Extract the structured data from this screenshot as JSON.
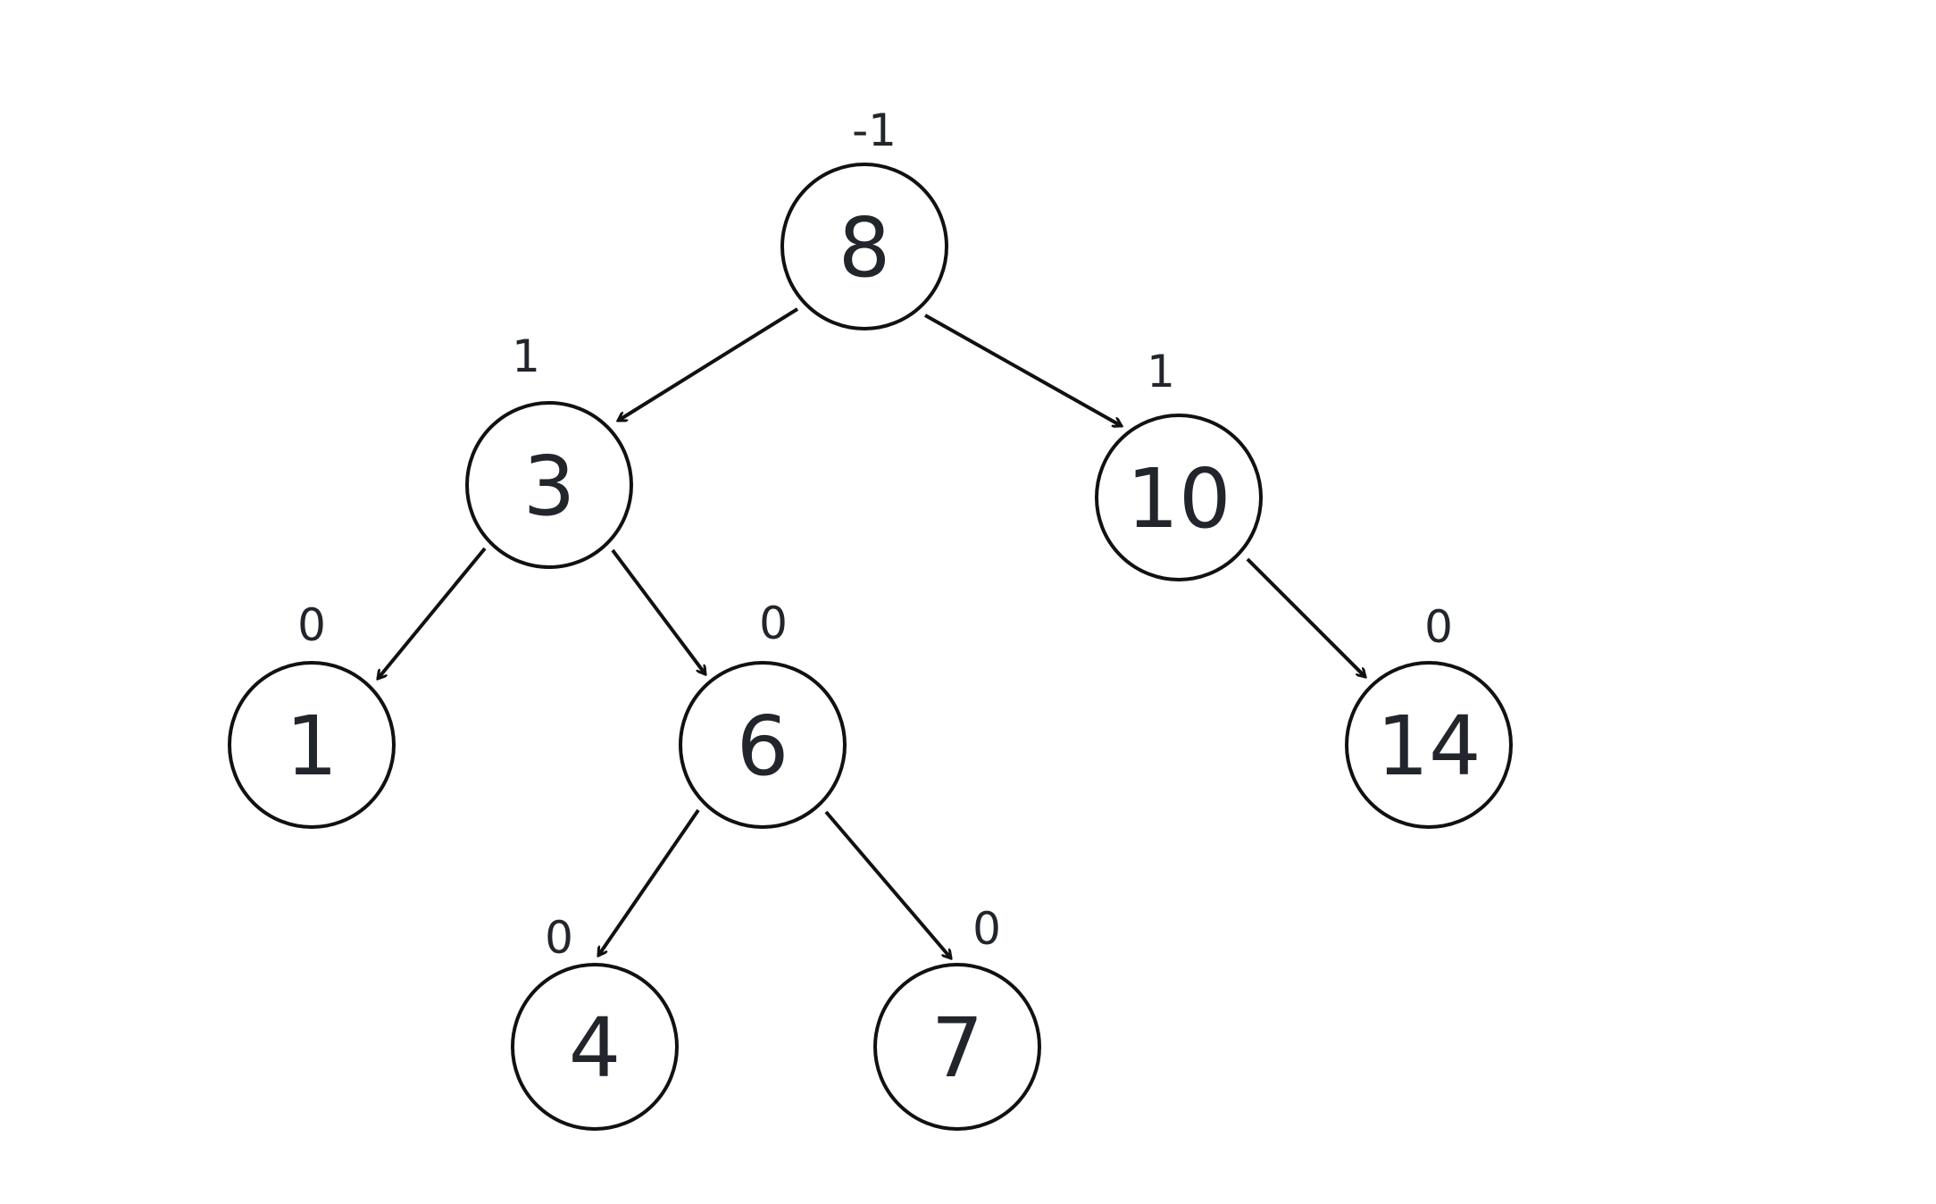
{
  "tree": {
    "nodes": [
      {
        "id": "n8",
        "value": "8",
        "balance": "-1"
      },
      {
        "id": "n3",
        "value": "3",
        "balance": "1"
      },
      {
        "id": "n10",
        "value": "10",
        "balance": "1"
      },
      {
        "id": "n1",
        "value": "1",
        "balance": "0"
      },
      {
        "id": "n6",
        "value": "6",
        "balance": "0"
      },
      {
        "id": "n14",
        "value": "14",
        "balance": "0"
      },
      {
        "id": "n4",
        "value": "4",
        "balance": "0"
      },
      {
        "id": "n7",
        "value": "7",
        "balance": "0"
      }
    ],
    "edges": [
      {
        "from": "8",
        "to": "3"
      },
      {
        "from": "8",
        "to": "10"
      },
      {
        "from": "3",
        "to": "1"
      },
      {
        "from": "3",
        "to": "6"
      },
      {
        "from": "10",
        "to": "14"
      },
      {
        "from": "6",
        "to": "4"
      },
      {
        "from": "6",
        "to": "7"
      }
    ]
  },
  "colors": {
    "stroke": "#111111",
    "text": "#22252b",
    "background": "#ffffff"
  }
}
